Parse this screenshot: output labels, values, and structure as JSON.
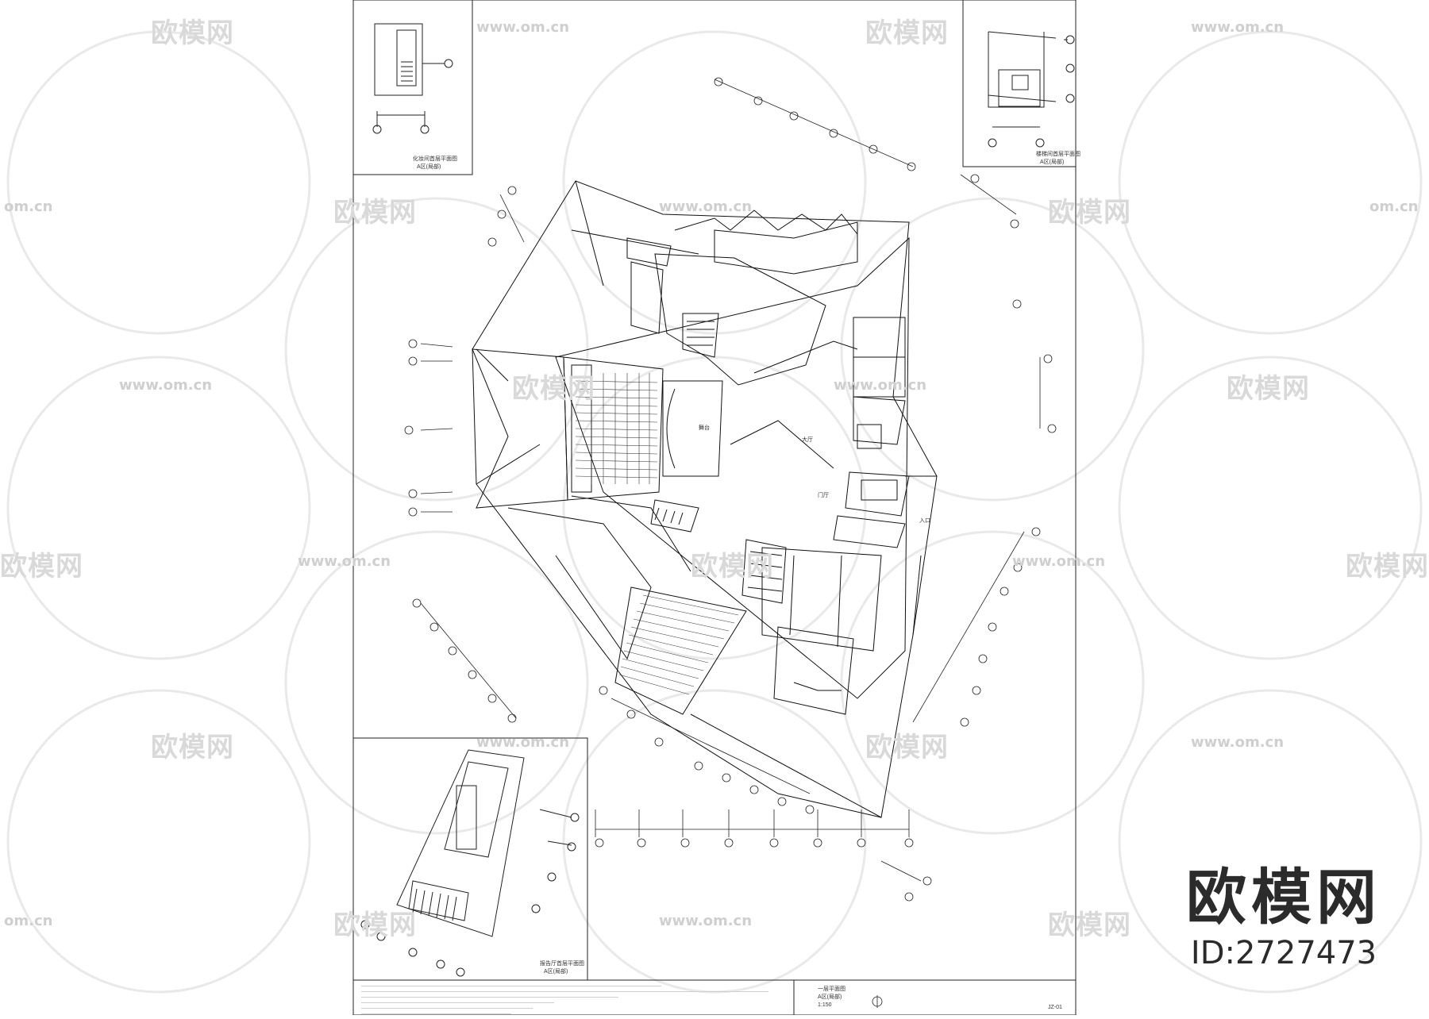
{
  "brand": {
    "name": "欧模网",
    "id_label": "ID:2727473"
  },
  "watermark": {
    "logo_text": "欧模网",
    "url": "www.om.cn",
    "url_short": "om.cn"
  },
  "drawing": {
    "plan_title": "一层平面图",
    "plan_subtitle": "A区(局部)",
    "plan_scale": "1:150",
    "inset_top_left_title": "化妆间首层平面图",
    "inset_top_left_sub": "A区(局部)",
    "inset_top_right_title": "楼梯间首层平面图",
    "inset_top_right_sub": "A区(局部)",
    "inset_bottom_left_title": "报告厅首层平面图",
    "inset_bottom_left_sub": "A区(局部)",
    "room_hall": "门厅",
    "room_stage": "舞台",
    "room_lobby": "大厅",
    "label_entrance": "入口",
    "sheet_code": "JZ-01"
  }
}
